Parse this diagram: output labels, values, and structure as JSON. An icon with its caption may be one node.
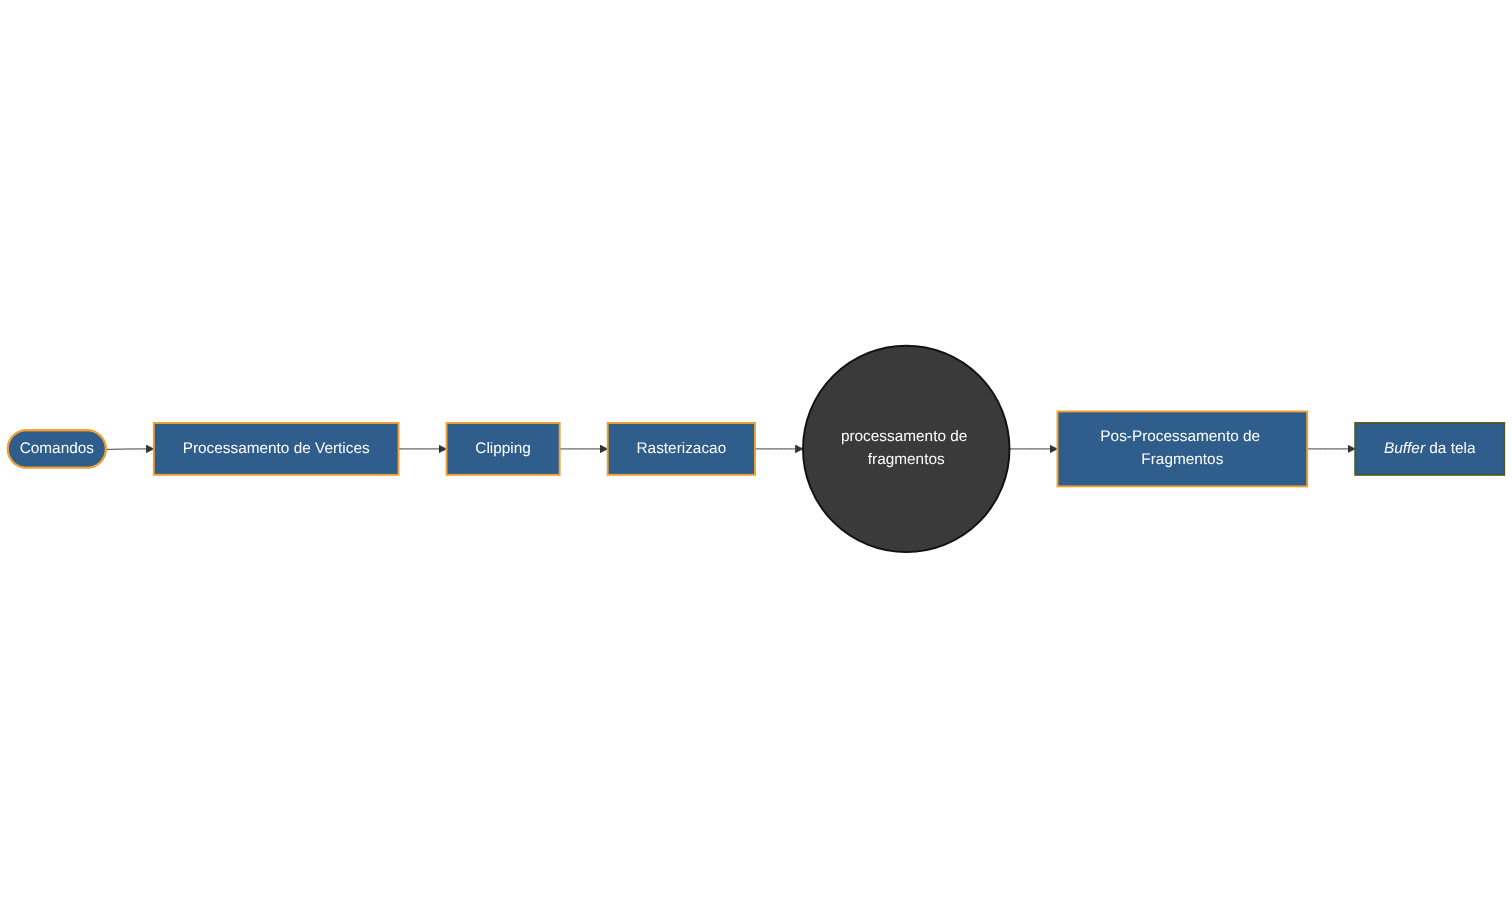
{
  "diagram": {
    "nodes": [
      {
        "text": [
          "Comandos"
        ]
      },
      {
        "text": [
          "Processamento de Vertices"
        ]
      },
      {
        "text": [
          "Clipping"
        ]
      },
      {
        "text": [
          "Rasterizacao"
        ]
      },
      {
        "text": [
          "processamento de fragmentos"
        ]
      },
      {
        "text": [
          "Pos-Processamento de Fragmentos"
        ]
      },
      {
        "text": [
          "*Buffer* da tela"
        ]
      }
    ],
    "edges": [
      {
        "from": 0,
        "to": 1,
        "arrow": "to"
      },
      {
        "from": 1,
        "to": 2,
        "arrow": "to"
      },
      {
        "from": 2,
        "to": 3,
        "arrow": "to"
      },
      {
        "from": 3,
        "to": 4,
        "arrow": "to"
      },
      {
        "from": 4,
        "to": 5,
        "arrow": "to"
      },
      {
        "from": 5,
        "to": 6,
        "arrow": "to"
      }
    ]
  }
}
